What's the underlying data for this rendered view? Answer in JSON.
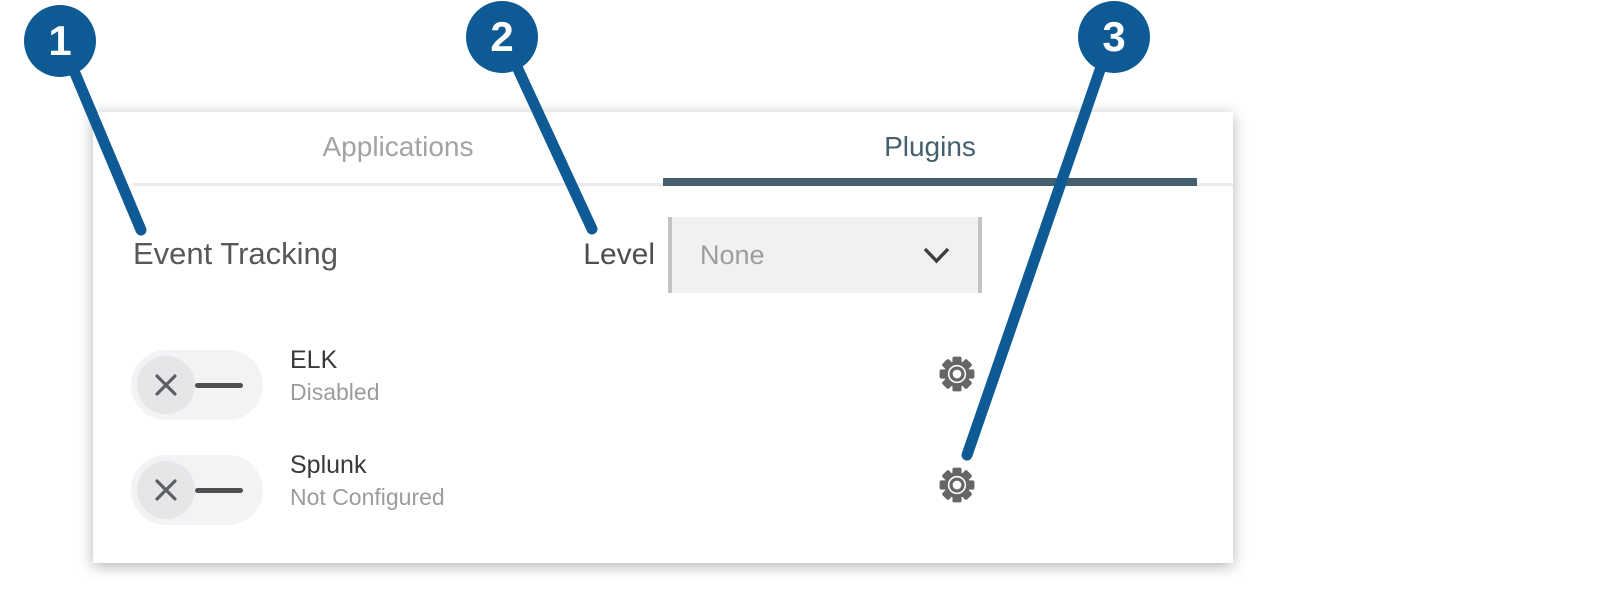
{
  "callouts": [
    {
      "number": "1",
      "points_to": "event-tracking-label"
    },
    {
      "number": "2",
      "points_to": "level-select"
    },
    {
      "number": "3",
      "points_to": "splunk-settings-gear"
    }
  ],
  "tabs": [
    {
      "label": "Applications",
      "active": false
    },
    {
      "label": "Plugins",
      "active": true
    }
  ],
  "panel": {
    "section_title": "Event Tracking",
    "level_label": "Level",
    "level_value": "None"
  },
  "plugins": [
    {
      "name": "ELK",
      "status": "Disabled",
      "enabled": false
    },
    {
      "name": "Splunk",
      "status": "Not Configured",
      "enabled": false
    }
  ],
  "icons": {
    "toggle_state": "x-mark-icon",
    "row_action": "gear-icon",
    "select_indicator": "chevron-down-icon"
  },
  "colors": {
    "callout_blue": "#0d5a94",
    "active_tab": "#44606f",
    "inactive_tab": "#a3a3a5",
    "section_text": "#58585b",
    "muted_text": "#9c9c9e",
    "select_fill": "#f1f1f3",
    "select_border": "#c3c3c5"
  }
}
